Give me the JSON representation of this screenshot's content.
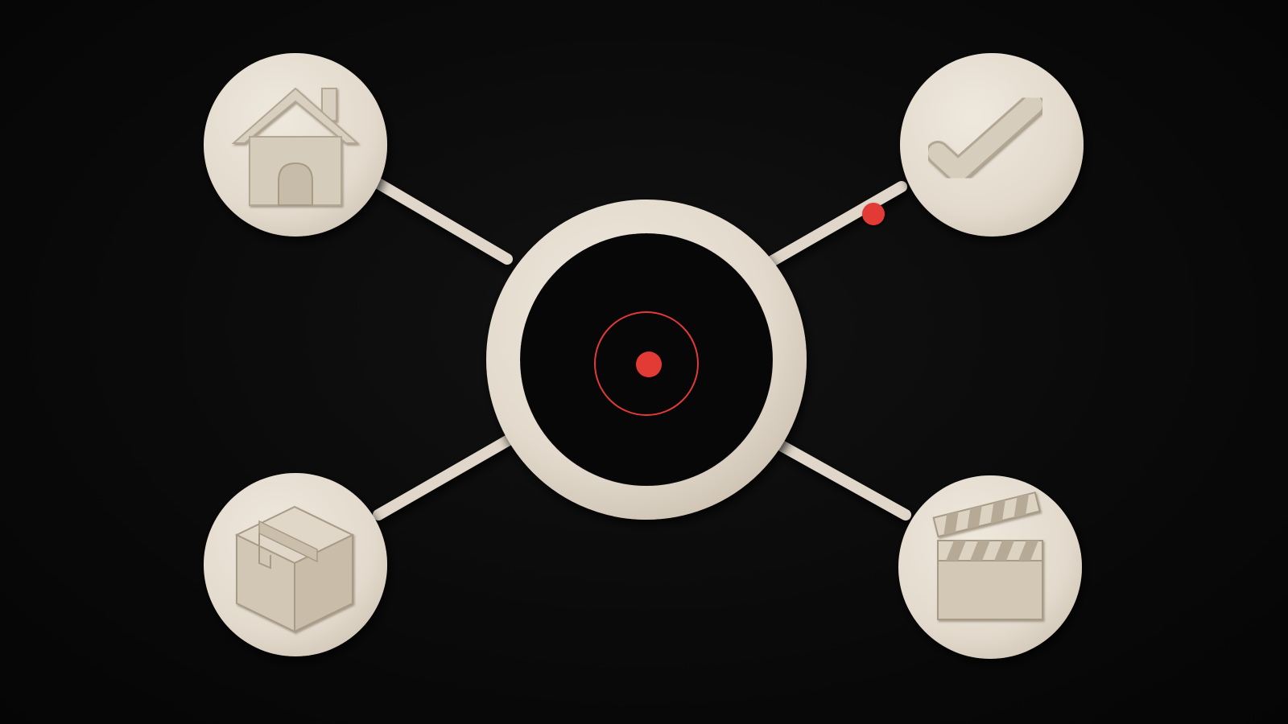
{
  "diagram": {
    "hub": {
      "icon": "target-icon",
      "color": "#e5ddd1",
      "accent": "#e23a36"
    },
    "nodes": [
      {
        "id": "home",
        "icon": "house-icon"
      },
      {
        "id": "check",
        "icon": "checkmark-icon"
      },
      {
        "id": "package",
        "icon": "box-icon"
      },
      {
        "id": "film",
        "icon": "clapperboard-icon"
      }
    ],
    "indicator": {
      "icon": "red-dot-icon",
      "color": "#e23a36",
      "on_connector": "check"
    },
    "colors": {
      "background": "#0a0a0a",
      "paper": "#e5ddd1",
      "accent": "#e23a36"
    }
  }
}
